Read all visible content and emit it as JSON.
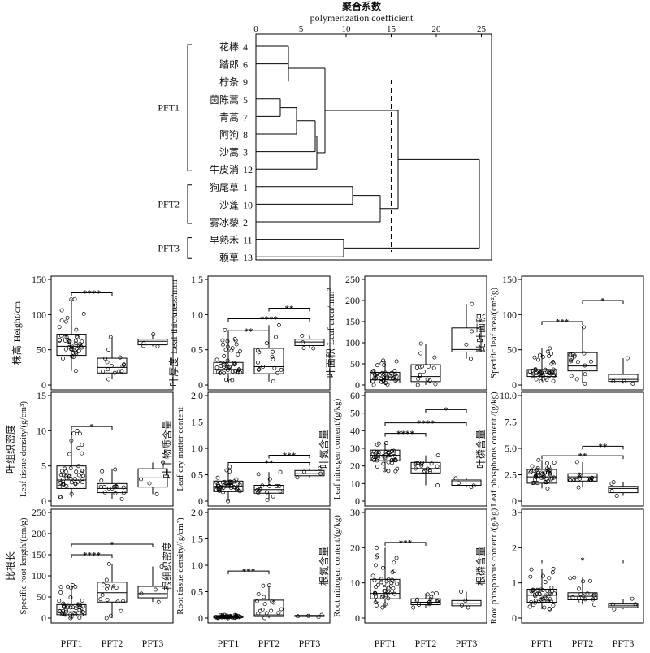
{
  "dendrogram": {
    "title_cn": "聚合系数",
    "title_en": "polymerization coefficient",
    "axis_ticks": [
      0,
      5,
      10,
      15,
      20,
      25
    ],
    "cut_value": 15,
    "species": [
      {
        "name": "花棒",
        "id": "4"
      },
      {
        "name": "踏郎",
        "id": "6"
      },
      {
        "name": "柠条",
        "id": "9"
      },
      {
        "name": "茵陈蒿",
        "id": "5"
      },
      {
        "name": "青蒿",
        "id": "7"
      },
      {
        "name": "阿狗",
        "id": "8"
      },
      {
        "name": "沙蒿",
        "id": "3"
      },
      {
        "name": "牛皮消",
        "id": "12"
      },
      {
        "name": "狗尾草",
        "id": "1"
      },
      {
        "name": "沙蓬",
        "id": "10"
      },
      {
        "name": "雾冰藜",
        "id": "2"
      },
      {
        "name": "早熟禾",
        "id": "11"
      },
      {
        "name": "赖草",
        "id": "13"
      }
    ],
    "groups": [
      {
        "label": "PFT1",
        "first": 0,
        "last": 7
      },
      {
        "label": "PFT2",
        "first": 8,
        "last": 10
      },
      {
        "label": "PFT3",
        "first": 11,
        "last": 12
      }
    ]
  },
  "chart_data": [
    {
      "type": "box",
      "ylabel_cn": "株高",
      "ylabel_en": "Height/cm",
      "ylim": [
        0,
        150
      ],
      "yticks": [
        0,
        50,
        100,
        150
      ],
      "categories": [
        "PFT1",
        "PFT2",
        "PFT3"
      ],
      "boxes": [
        {
          "min": 20,
          "q1": 42,
          "median": 55,
          "q3": 72,
          "max": 122
        },
        {
          "min": 8,
          "q1": 17,
          "median": 25,
          "q3": 38,
          "max": 68
        },
        {
          "min": 55,
          "q1": 57,
          "median": 62,
          "q3": 65,
          "max": 72
        }
      ],
      "n": [
        45,
        16,
        4
      ],
      "sig": [
        {
          "from": 0,
          "to": 1,
          "label": "****",
          "y": 131
        }
      ]
    },
    {
      "type": "box",
      "ylabel_cn": "叶厚度",
      "ylabel_en": "Leaf thickness/mm",
      "ylim": [
        0,
        1.5
      ],
      "yticks": [
        0,
        0.5,
        1,
        1.5
      ],
      "tick_labels": [
        "0",
        "0.5",
        "1.0",
        "1.5"
      ],
      "categories": [
        "PFT1",
        "PFT2",
        "PFT3"
      ],
      "boxes": [
        {
          "min": 0.05,
          "q1": 0.16,
          "median": 0.22,
          "q3": 0.32,
          "max": 0.78
        },
        {
          "min": 0.05,
          "q1": 0.16,
          "median": 0.26,
          "q3": 0.52,
          "max": 0.85
        },
        {
          "min": 0.52,
          "q1": 0.56,
          "median": 0.61,
          "q3": 0.65,
          "max": 0.7
        }
      ],
      "n": [
        45,
        16,
        4
      ],
      "sig": [
        {
          "from": 0,
          "to": 1,
          "label": "**",
          "y": 0.77
        },
        {
          "from": 0,
          "to": 2,
          "label": "****",
          "y": 0.94
        },
        {
          "from": 1,
          "to": 2,
          "label": "**",
          "y": 1.09
        }
      ]
    },
    {
      "type": "box",
      "ylabel_cn": "叶面积",
      "ylabel_en": "Leaf area/mm²",
      "ylim": [
        0,
        250
      ],
      "yticks": [
        0,
        50,
        100,
        150,
        200,
        250
      ],
      "categories": [
        "PFT1",
        "PFT2",
        "PFT3"
      ],
      "boxes": [
        {
          "min": 0,
          "q1": 5,
          "median": 12,
          "q3": 30,
          "max": 58
        },
        {
          "min": 0,
          "q1": 8,
          "median": 20,
          "q3": 48,
          "max": 98
        },
        {
          "min": 62,
          "q1": 78,
          "median": 84,
          "q3": 135,
          "max": 192
        }
      ],
      "n": [
        45,
        16,
        4
      ],
      "sig": []
    },
    {
      "type": "box",
      "ylabel_cn": "比叶面积",
      "ylabel_en": "Specific leaf area/(cm²/g)",
      "ylim": [
        0,
        150
      ],
      "yticks": [
        0,
        50,
        100,
        150
      ],
      "categories": [
        "PFT1",
        "PFT2",
        "PFT3"
      ],
      "boxes": [
        {
          "min": 5,
          "q1": 12,
          "median": 16,
          "q3": 22,
          "max": 52
        },
        {
          "min": 2,
          "q1": 20,
          "median": 27,
          "q3": 46,
          "max": 82
        },
        {
          "min": 2,
          "q1": 5,
          "median": 8,
          "q3": 15,
          "max": 38
        }
      ],
      "n": [
        45,
        16,
        4
      ],
      "sig": [
        {
          "from": 0,
          "to": 1,
          "label": "***",
          "y": 90
        },
        {
          "from": 1,
          "to": 2,
          "label": "*",
          "y": 120
        }
      ]
    },
    {
      "type": "box",
      "ylabel_cn": "叶组织密度",
      "ylabel_en": "Leaf tissue density/(g/cm³)",
      "ylim": [
        0,
        15
      ],
      "yticks": [
        0,
        5,
        10,
        15
      ],
      "categories": [
        "PFT1",
        "PFT2",
        "PFT3"
      ],
      "boxes": [
        {
          "min": 0.5,
          "q1": 1.8,
          "median": 3,
          "q3": 5,
          "max": 10
        },
        {
          "min": 0.3,
          "q1": 1.2,
          "median": 1.8,
          "q3": 2.5,
          "max": 4.5
        },
        {
          "min": 1,
          "q1": 2,
          "median": 3.3,
          "q3": 4.6,
          "max": 5.5
        }
      ],
      "n": [
        45,
        16,
        4
      ],
      "sig": [
        {
          "from": 0,
          "to": 1,
          "label": "*",
          "y": 10.6
        }
      ]
    },
    {
      "type": "box",
      "ylabel_cn": "叶干物质含量",
      "ylabel_en": "Leaf dry matter content",
      "ylim": [
        0,
        2
      ],
      "yticks": [
        0,
        0.5,
        1,
        1.5,
        2
      ],
      "tick_labels": [
        "0",
        "0.5",
        "1.0",
        "1.5",
        "2.0"
      ],
      "categories": [
        "PFT1",
        "PFT2",
        "PFT3"
      ],
      "boxes": [
        {
          "min": 0,
          "q1": 0.18,
          "median": 0.28,
          "q3": 0.38,
          "max": 0.65
        },
        {
          "min": 0.02,
          "q1": 0.15,
          "median": 0.22,
          "q3": 0.3,
          "max": 0.55
        },
        {
          "min": 0.45,
          "q1": 0.48,
          "median": 0.52,
          "q3": 0.58,
          "max": 0.62
        }
      ],
      "n": [
        45,
        16,
        4
      ],
      "sig": [
        {
          "from": 0,
          "to": 2,
          "label": "**",
          "y": 0.73
        },
        {
          "from": 1,
          "to": 2,
          "label": "***",
          "y": 0.87
        }
      ]
    },
    {
      "type": "box",
      "ylabel_cn": "叶氮含量",
      "ylabel_en": "Leaf nitrogen content/(g/kg)",
      "ylim": [
        0,
        60
      ],
      "yticks": [
        0,
        10,
        20,
        30,
        40,
        50,
        60
      ],
      "categories": [
        "PFT1",
        "PFT2",
        "PFT3"
      ],
      "boxes": [
        {
          "min": 17,
          "q1": 23,
          "median": 26,
          "q3": 29,
          "max": 33
        },
        {
          "min": 9,
          "q1": 16,
          "median": 18.5,
          "q3": 22,
          "max": 26
        },
        {
          "min": 8,
          "q1": 9,
          "median": 11,
          "q3": 12,
          "max": 13
        }
      ],
      "n": [
        45,
        16,
        4
      ],
      "sig": [
        {
          "from": 0,
          "to": 1,
          "label": "****",
          "y": 38.5
        },
        {
          "from": 0,
          "to": 2,
          "label": "****",
          "y": 44.5
        },
        {
          "from": 1,
          "to": 2,
          "label": "*",
          "y": 52
        }
      ]
    },
    {
      "type": "box",
      "ylabel_cn": "叶磷含量",
      "ylabel_en": "Leaf phosphorus content /(g/kg)",
      "ylim": [
        0,
        10
      ],
      "yticks": [
        0,
        2.5,
        5,
        7.5,
        10
      ],
      "tick_labels": [
        "0",
        "2.5",
        "5.0",
        "7.5",
        "10.0"
      ],
      "categories": [
        "PFT1",
        "PFT2",
        "PFT3"
      ],
      "boxes": [
        {
          "min": 1.2,
          "q1": 1.7,
          "median": 2.3,
          "q3": 3,
          "max": 3.9
        },
        {
          "min": 1.3,
          "q1": 1.9,
          "median": 2.3,
          "q3": 2.6,
          "max": 3.7
        },
        {
          "min": 0.5,
          "q1": 0.8,
          "median": 1.2,
          "q3": 1.4,
          "max": 1.8
        }
      ],
      "n": [
        45,
        16,
        4
      ],
      "sig": [
        {
          "from": 0,
          "to": 2,
          "label": "**",
          "y": 4.3
        },
        {
          "from": 1,
          "to": 2,
          "label": "**",
          "y": 5.2
        }
      ]
    },
    {
      "type": "box",
      "ylabel_cn": "比根长",
      "ylabel_en": "Specific root length/(cm/g)",
      "ylim": [
        0,
        250
      ],
      "yticks": [
        0,
        50,
        100,
        150,
        200,
        250
      ],
      "categories": [
        "PFT1",
        "PFT2",
        "PFT3"
      ],
      "boxes": [
        {
          "min": 0,
          "q1": 8,
          "median": 15,
          "q3": 32,
          "max": 78
        },
        {
          "min": 0,
          "q1": 38,
          "median": 60,
          "q3": 85,
          "max": 128
        },
        {
          "min": 38,
          "q1": 48,
          "median": 58,
          "q3": 75,
          "max": 122
        }
      ],
      "n": [
        45,
        16,
        4
      ],
      "sig": [
        {
          "from": 0,
          "to": 1,
          "label": "****",
          "y": 150
        },
        {
          "from": 0,
          "to": 2,
          "label": "*",
          "y": 175
        }
      ]
    },
    {
      "type": "box",
      "ylabel_cn": "根组织密度",
      "ylabel_en": "Root tissue density/(g/cm³)",
      "ylim": [
        0,
        2
      ],
      "yticks": [
        0,
        0.5,
        1,
        1.5,
        2
      ],
      "tick_labels": [
        "0",
        "0.5",
        "1.0",
        "1.5",
        "2.0"
      ],
      "categories": [
        "PFT1",
        "PFT2",
        "PFT3"
      ],
      "boxes": [
        {
          "min": 0,
          "q1": 0.01,
          "median": 0.02,
          "q3": 0.04,
          "max": 0.06
        },
        {
          "min": 0,
          "q1": 0.03,
          "median": 0.06,
          "q3": 0.34,
          "max": 0.62
        },
        {
          "min": 0.02,
          "q1": 0.03,
          "median": 0.04,
          "q3": 0.05,
          "max": 0.06
        }
      ],
      "n": [
        45,
        16,
        4
      ],
      "sig": [
        {
          "from": 0,
          "to": 1,
          "label": "***",
          "y": 0.89
        }
      ]
    },
    {
      "type": "box",
      "ylabel_cn": "根氮含量",
      "ylabel_en": "Root nitrogen content/(g/kg)",
      "ylim": [
        0,
        30
      ],
      "yticks": [
        0,
        10,
        20,
        30
      ],
      "categories": [
        "PFT1",
        "PFT2",
        "PFT3"
      ],
      "boxes": [
        {
          "min": 3,
          "q1": 5.5,
          "median": 7,
          "q3": 11,
          "max": 20
        },
        {
          "min": 3,
          "q1": 3.8,
          "median": 4.5,
          "q3": 5.5,
          "max": 7
        },
        {
          "min": 3,
          "q1": 3.5,
          "median": 4.2,
          "q3": 5,
          "max": 7.5
        }
      ],
      "n": [
        45,
        16,
        4
      ],
      "sig": [
        {
          "from": 0,
          "to": 1,
          "label": "***",
          "y": 21.5
        }
      ]
    },
    {
      "type": "box",
      "ylabel_cn": "根磷含量",
      "ylabel_en": "Root phosphorus content /(g/kg)",
      "ylim": [
        0,
        3
      ],
      "yticks": [
        0,
        1,
        2,
        3
      ],
      "categories": [
        "PFT1",
        "PFT2",
        "PFT3"
      ],
      "boxes": [
        {
          "min": 0.25,
          "q1": 0.45,
          "median": 0.65,
          "q3": 0.82,
          "max": 1.4
        },
        {
          "min": 0.38,
          "q1": 0.52,
          "median": 0.62,
          "q3": 0.72,
          "max": 1.15
        },
        {
          "min": 0.25,
          "q1": 0.3,
          "median": 0.35,
          "q3": 0.4,
          "max": 0.55
        }
      ],
      "n": [
        45,
        16,
        4
      ],
      "sig": [
        {
          "from": 0,
          "to": 2,
          "label": "*",
          "y": 1.65
        }
      ]
    }
  ]
}
